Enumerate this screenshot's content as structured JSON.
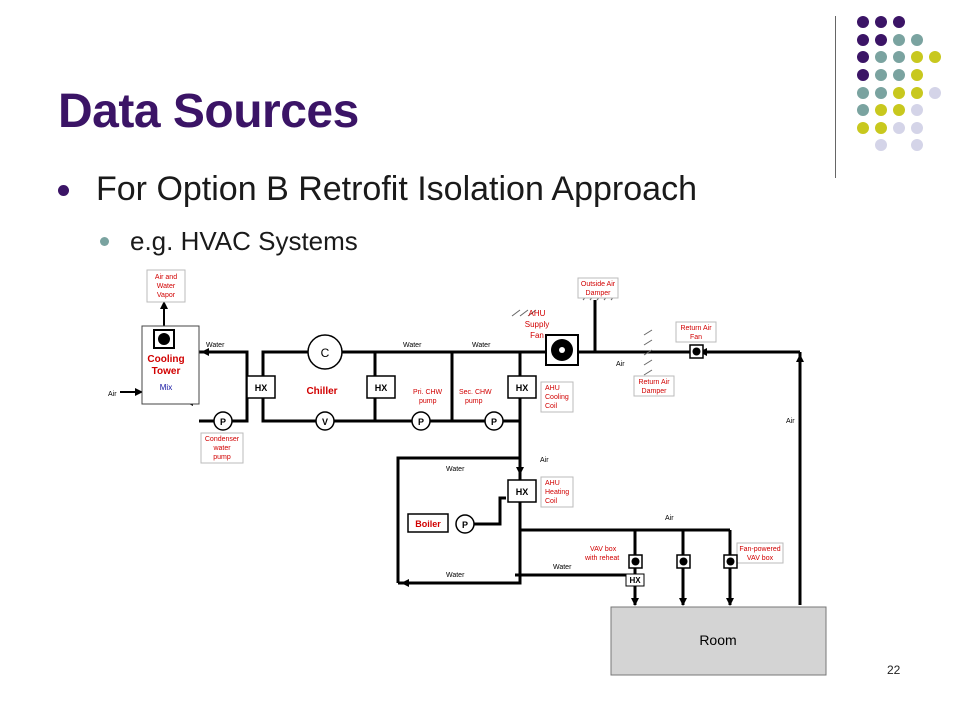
{
  "slide": {
    "title": "Data Sources",
    "bullet_1": "For Option B Retrofit Isolation Approach",
    "bullet_2": "e.g. HVAC Systems",
    "page_number": "22"
  },
  "colors": {
    "title": "#3b1466",
    "dot_purple": "#3b1466",
    "dot_teal": "#7aa3a0",
    "dot_yellow": "#c8c81e",
    "dot_lavender": "#d4d4e8",
    "label_red": "#d10000",
    "label_blue": "#1010a0"
  },
  "diagram": {
    "air_water_vapor": [
      "Air and",
      "Water",
      "Vapor"
    ],
    "cooling_tower": [
      "Cooling",
      "Tower"
    ],
    "mix": "Mix",
    "air": "Air",
    "water": "Water",
    "hx": "HX",
    "p": "P",
    "v": "V",
    "c": "C",
    "chiller": "Chiller",
    "condenser_pump": [
      "Condenser",
      "water",
      "pump"
    ],
    "pri_chw_pump": [
      "Pri. CHW",
      "pump"
    ],
    "sec_chw_pump": [
      "Sec. CHW",
      "pump"
    ],
    "ahu_supply_fan": [
      "AHU",
      "Supply",
      "Fan"
    ],
    "ahu_cooling_coil": [
      "AHU",
      "Cooling",
      "Coil"
    ],
    "ahu_heating_coil": [
      "AHU",
      "Heating",
      "Coil"
    ],
    "outside_air_damper": [
      "Outside Air",
      "Damper"
    ],
    "return_air_fan": [
      "Return Air",
      "Fan"
    ],
    "return_air_damper": [
      "Return Air",
      "Damper"
    ],
    "boiler": "Boiler",
    "vav_reheat": [
      "VAV box",
      "with reheat"
    ],
    "fan_powered_vav": [
      "Fan-powered",
      "VAV box"
    ],
    "room": "Room"
  }
}
